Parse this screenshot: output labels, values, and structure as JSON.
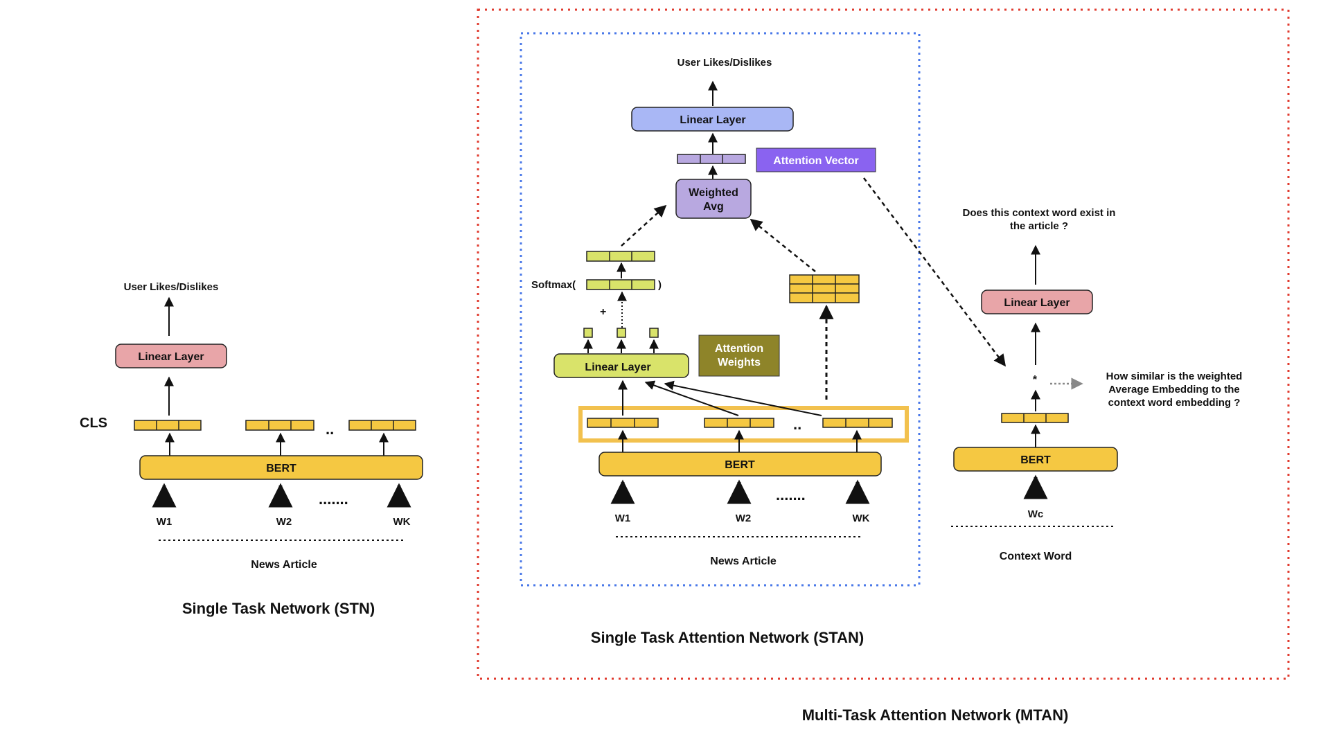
{
  "stn": {
    "title": "Single Task Network (STN)",
    "output": "User Likes/Dislikes",
    "linear": "Linear Layer",
    "cls": "CLS",
    "bert": "BERT",
    "w1": "W1",
    "w2": "W2",
    "wk": "WK",
    "dots_small": "..",
    "dots_big": ".......",
    "input_label": "News Article"
  },
  "stan": {
    "title": "Single Task Attention Network (STAN)",
    "output": "User Likes/Dislikes",
    "linear_top": "Linear Layer",
    "attention_vector": "Attention Vector",
    "weighted_avg_1": "Weighted",
    "weighted_avg_2": "Avg",
    "softmax_open": "Softmax(",
    "softmax_close": ")",
    "plus": "+",
    "linear_bottom": "Linear Layer",
    "attention_weights_1": "Attention",
    "attention_weights_2": "Weights",
    "bert": "BERT",
    "dots_small": "..",
    "dots_big": ".......",
    "w1": "W1",
    "w2": "W2",
    "wk": "WK",
    "input_label": "News Article"
  },
  "context": {
    "question": [
      "Does this context word exist in",
      "the article ?"
    ],
    "linear": "Linear Layer",
    "star": "*",
    "similarity": [
      "How similar is the weighted",
      "Average Embedding to the",
      "context word embedding ?"
    ],
    "bert": "BERT",
    "wc": "Wc",
    "input_label": "Context Word"
  },
  "mtan": {
    "title": "Multi-Task Attention Network (MTAN)"
  },
  "colors": {
    "yellow": "#f5c842",
    "pink": "#e8a5a8",
    "lavender": "#a9b7f5",
    "lilac": "#b8a8e0",
    "purple": "#8a63f0",
    "lime": "#d9e36a",
    "olive": "#8e8429",
    "red_dotted": "#e03b2f",
    "blue_dotted": "#4a78e8",
    "highlight": "#f2c14e"
  }
}
